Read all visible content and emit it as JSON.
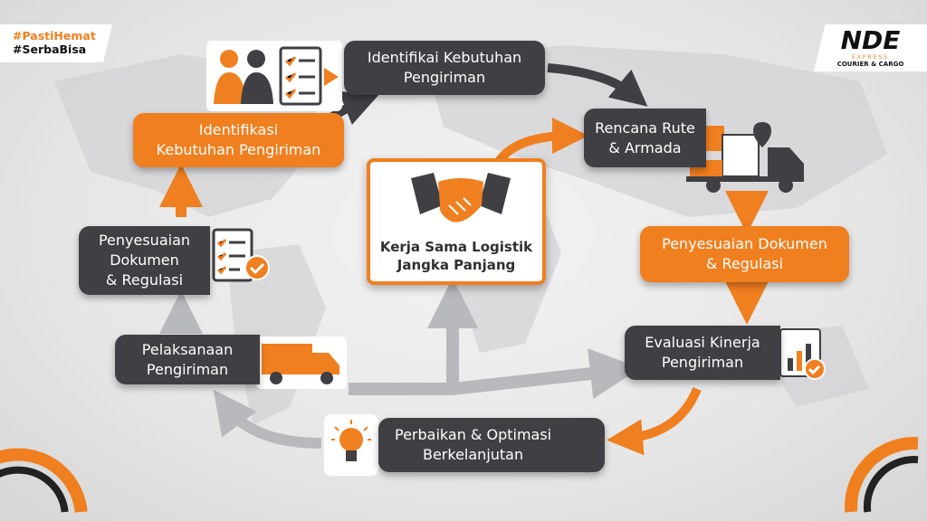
{
  "badge": {
    "line1": "#PastiHemat",
    "line2": "#SerbaBisa"
  },
  "logo": {
    "brand": "NDE",
    "sub1": "EXPRESS",
    "sub2": "COURIER & CARGO"
  },
  "center": {
    "line1": "Kerja Sama Logistik",
    "line2": "Jangka Panjang"
  },
  "steps": [
    {
      "line1": "Identifikai Kebutuhan",
      "line2": "Pengiriman"
    },
    {
      "line1": "Identifikasi",
      "line2": "Kebutuhan Pengiriman"
    },
    {
      "line1": "Penyesuaian",
      "line2": "Dokumen",
      "line3": "& Regulasi"
    },
    {
      "line1": "Pelaksanaan",
      "line2": "Pengiriman"
    },
    {
      "line1": "Perbaikan & Optimasi",
      "line2": "Berkelanjutan"
    },
    {
      "line1": "Evaluasi Kinerja",
      "line2": "Pengiriman"
    },
    {
      "line1": "Penyesuaian Dokumen",
      "line2": "& Regulasi"
    },
    {
      "line1": "Rencana Rute",
      "line2": "& Armada"
    }
  ],
  "colors": {
    "orange": "#f07f1f",
    "dark": "#3f3f44",
    "gray_arrow": "#b8b9bd"
  }
}
